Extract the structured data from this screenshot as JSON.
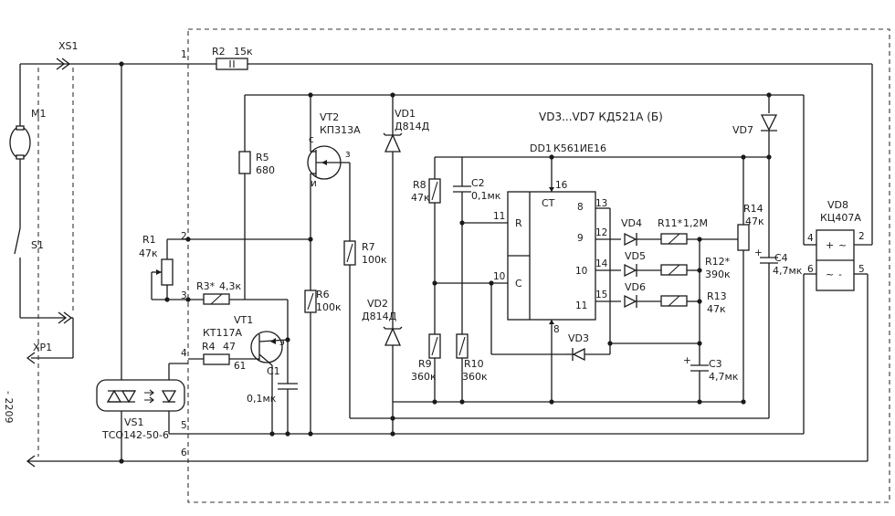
{
  "connectors": {
    "xs1": "XS1",
    "xp1": "XP1"
  },
  "motor": {
    "ref": "M1"
  },
  "switch": {
    "ref": "S1"
  },
  "side_code": "- 2209",
  "pins": [
    "1",
    "2",
    "3",
    "4",
    "5",
    "6"
  ],
  "resistors": {
    "r1": {
      "ref": "R1",
      "value": "47к"
    },
    "r2": {
      "ref": "R2",
      "value": "15к"
    },
    "r3": {
      "ref": "R3*",
      "value": "4,3к"
    },
    "r4": {
      "ref": "R4",
      "value": "47"
    },
    "r5": {
      "ref": "R5",
      "value": "680"
    },
    "r6": {
      "ref": "R6",
      "value": "100к"
    },
    "r7": {
      "ref": "R7",
      "value": "100к"
    },
    "r8": {
      "ref": "R8",
      "value": "47к"
    },
    "r9": {
      "ref": "R9",
      "value": "360к"
    },
    "r10": {
      "ref": "R10",
      "value": "360к"
    },
    "r11": {
      "ref": "R11*",
      "value": "1,2М"
    },
    "r12": {
      "ref": "R12*",
      "value": "390к"
    },
    "r13": {
      "ref": "R13",
      "value": "47к"
    },
    "r14": {
      "ref": "R14",
      "value": "47к"
    }
  },
  "capacitors": {
    "c1": {
      "ref": "C1",
      "value": "0,1мк"
    },
    "c2": {
      "ref": "C2",
      "value": "0,1мк"
    },
    "c3": {
      "ref": "C3",
      "value": "4,7мк"
    },
    "c4": {
      "ref": "C4",
      "value": "4,7мк"
    }
  },
  "transistors": {
    "vt1": {
      "ref": "VT1",
      "type": "КТ117А",
      "pin_e": "э",
      "pin_b1": "61"
    },
    "vt2": {
      "ref": "VT2",
      "type": "КП313А",
      "pin_c": "с",
      "pin_i": "и",
      "pin_z": "з"
    }
  },
  "diodes": {
    "vd1": {
      "ref": "VD1",
      "type": "Д814Д"
    },
    "vd2": {
      "ref": "VD2",
      "type": "Д814Д"
    },
    "vd3": "VD3",
    "vd4": "VD4",
    "vd5": "VD5",
    "vd6": "VD6",
    "vd7": "VD7",
    "note": "VD3...VD7 КД521А (Б)"
  },
  "bridge": {
    "ref": "VD8",
    "type": "КЦ407А",
    "pin4": "4",
    "pin2": "2",
    "pin6": "6",
    "pin5": "5"
  },
  "optocoupler": {
    "ref": "VS1",
    "type": "ТСО142-50-6"
  },
  "ic": {
    "ref": "DD1",
    "type": "К561ИЕ16",
    "label_ct": "СТ",
    "label_r": "R",
    "label_c": "C",
    "pins": {
      "p16": "16",
      "p13": "13",
      "p8t": "8",
      "p9": "9",
      "p10": "10",
      "p11": "11",
      "p12": "12",
      "p14": "14",
      "p15": "15",
      "p8b": "8",
      "p11l": "11",
      "p10l": "10"
    }
  }
}
